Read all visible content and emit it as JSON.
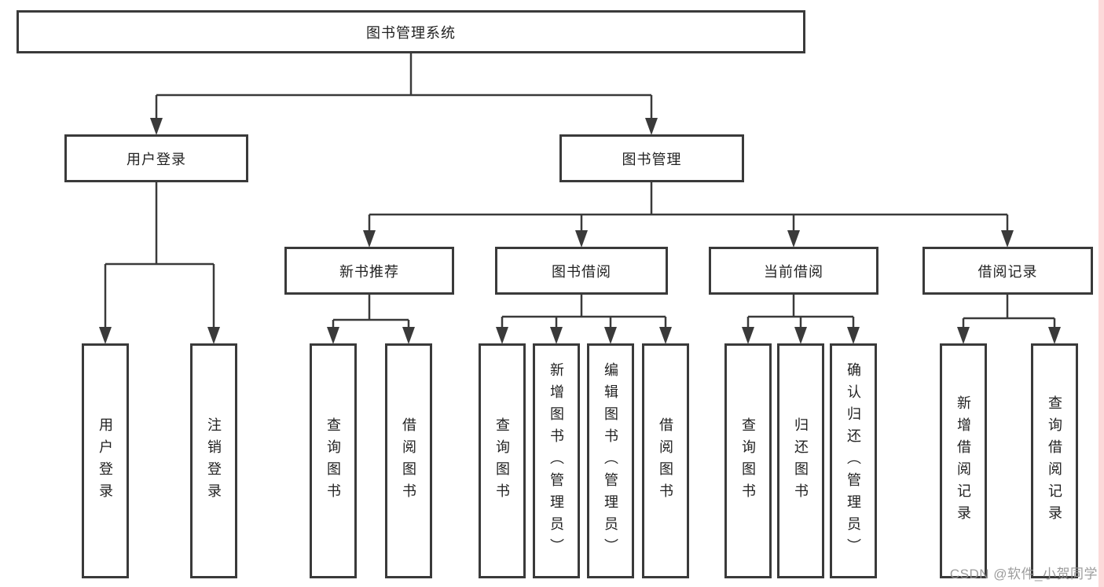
{
  "tree": {
    "label": "图书管理系统",
    "children": [
      {
        "label": "用户登录",
        "children": [
          {
            "label": "用户登录"
          },
          {
            "label": "注销登录"
          }
        ]
      },
      {
        "label": "图书管理",
        "children": [
          {
            "label": "新书推荐",
            "children": [
              {
                "label": "查询图书"
              },
              {
                "label": "借阅图书"
              }
            ]
          },
          {
            "label": "图书借阅",
            "children": [
              {
                "label": "查询图书"
              },
              {
                "label": "新增图书（管理员）"
              },
              {
                "label": "编辑图书（管理员）"
              },
              {
                "label": "借阅图书"
              }
            ]
          },
          {
            "label": "当前借阅",
            "children": [
              {
                "label": "查询图书"
              },
              {
                "label": "归还图书"
              },
              {
                "label": "确认归还（管理员）"
              }
            ]
          },
          {
            "label": "借阅记录",
            "children": [
              {
                "label": "新增借阅记录"
              },
              {
                "label": "查询借阅记录"
              }
            ]
          }
        ]
      }
    ]
  },
  "watermark": "CSDN @软件_小贺同学",
  "colors": {
    "line": "#3a3a3a",
    "watermark": "#949494",
    "right_edge_strip": "#fcdada"
  }
}
